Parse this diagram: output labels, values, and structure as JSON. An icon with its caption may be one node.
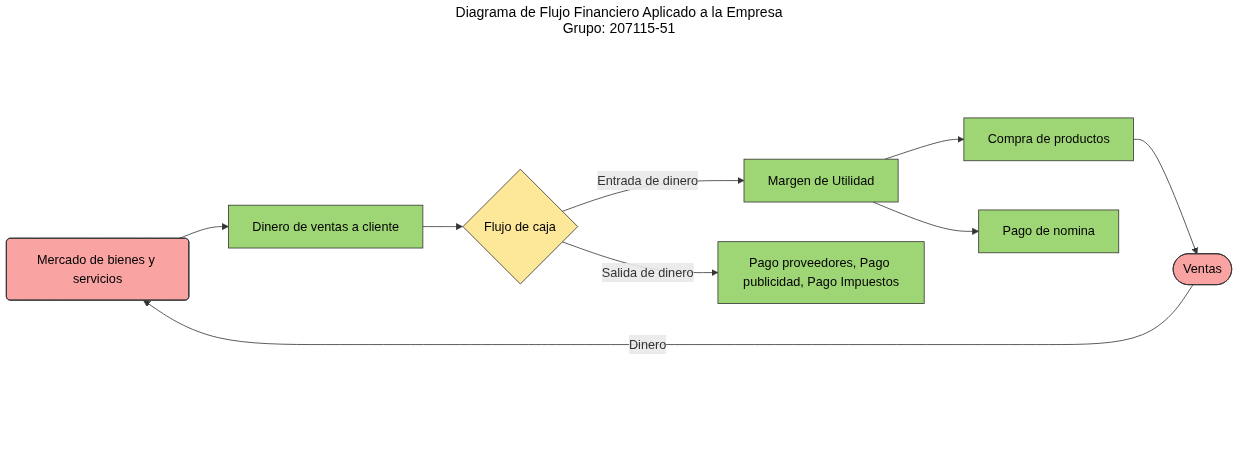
{
  "diagram": {
    "title": "Diagrama de Flujo Financiero Aplicado a la Empresa",
    "nodes": [
      {
        "text": [
          "Mercado de bienes y servicios"
        ]
      },
      {
        "text": [
          "Dinero de ventas a cliente"
        ]
      },
      {
        "text": [
          "Flujo de caja"
        ]
      },
      {
        "text": [
          "Margen de Utilidad"
        ]
      },
      {
        "text": [
          "Compra de productos"
        ]
      },
      {
        "text": [
          "Ventas"
        ]
      },
      {
        "text": [
          "Pago de nomina"
        ]
      },
      {
        "text": [
          "Pago proveedores, Pago publicidad, Pago Impuestos"
        ]
      }
    ],
    "edges": [
      {
        "from": 0,
        "to": 1,
        "arrow": "to"
      },
      {
        "from": 1,
        "to": 2,
        "arrow": "to"
      },
      {
        "from": 2,
        "to": 3,
        "arrow": "to",
        "label": "Entrada de dinero"
      },
      {
        "from": 2,
        "to": 7,
        "arrow": "to",
        "label": "Salida de dinero"
      },
      {
        "from": 3,
        "to": 4,
        "arrow": "to"
      },
      {
        "from": 3,
        "to": 6,
        "arrow": "to"
      },
      {
        "from": 4,
        "to": 5,
        "arrow": "to"
      },
      {
        "from": 5,
        "to": 0,
        "arrow": "to",
        "label": "Dinero"
      }
    ],
    "labels": [
      "Grupo: 207115-51"
    ]
  }
}
